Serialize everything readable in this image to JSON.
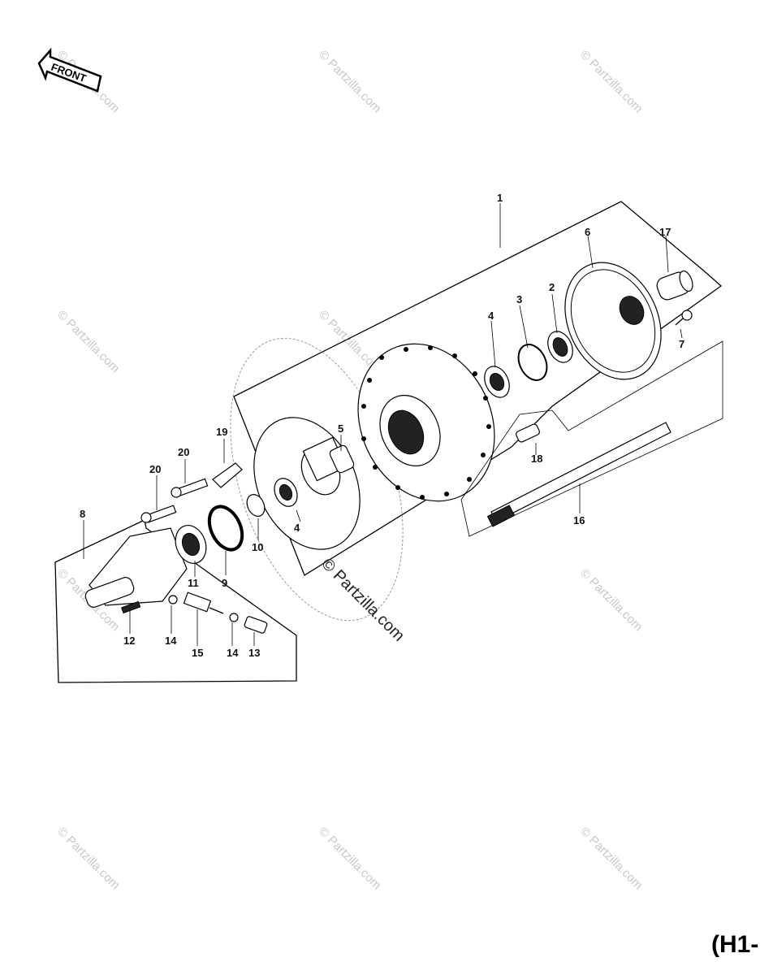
{
  "front_label": "FRONT",
  "watermark_text": "© Partzilla.com",
  "diagram_code": "(H1-",
  "callouts": {
    "c1": "1",
    "c2": "2",
    "c3": "3",
    "c4a": "4",
    "c4b": "4",
    "c5": "5",
    "c6": "6",
    "c7": "7",
    "c8": "8",
    "c9": "9",
    "c10": "10",
    "c11": "11",
    "c12": "12",
    "c13": "13",
    "c14a": "14",
    "c14b": "14",
    "c15": "15",
    "c16": "16",
    "c17": "17",
    "c18": "18",
    "c19": "19",
    "c20a": "20",
    "c20b": "20"
  },
  "colors": {
    "line": "#000000",
    "watermark": "#c8c8c8",
    "background": "#ffffff"
  }
}
